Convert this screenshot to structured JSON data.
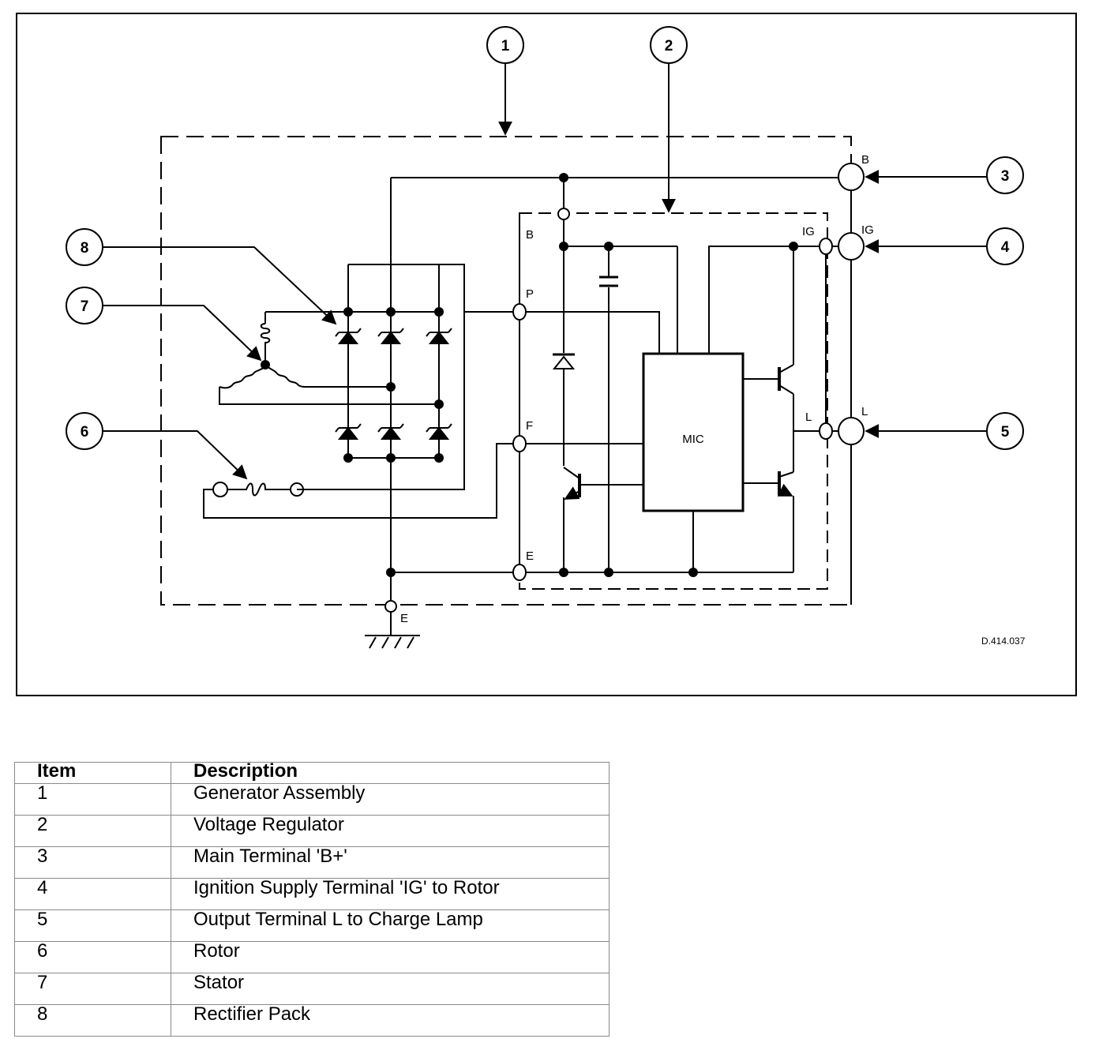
{
  "diagram": {
    "callouts": [
      "1",
      "2",
      "3",
      "4",
      "5",
      "6",
      "7",
      "8"
    ],
    "terminals": {
      "b_outer": "B",
      "ig_outer": "IG",
      "l_outer": "L",
      "b_inner": "B",
      "ig_inner": "IG",
      "l_inner": "L",
      "p": "P",
      "f": "F",
      "e_inner": "E",
      "e_ground": "E"
    },
    "chip": "MIC",
    "drawing_code": "D.414.037"
  },
  "legend": {
    "headers": [
      "Item",
      "Description"
    ],
    "rows": [
      {
        "item": "1",
        "description": "Generator Assembly"
      },
      {
        "item": "2",
        "description": "Voltage Regulator"
      },
      {
        "item": "3",
        "description": "Main Terminal 'B+'"
      },
      {
        "item": "4",
        "description": "Ignition Supply Terminal 'IG' to Rotor"
      },
      {
        "item": "5",
        "description": "Output Terminal L to Charge Lamp"
      },
      {
        "item": "6",
        "description": "Rotor"
      },
      {
        "item": "7",
        "description": "Stator"
      },
      {
        "item": "8",
        "description": "Rectifier Pack"
      }
    ]
  }
}
